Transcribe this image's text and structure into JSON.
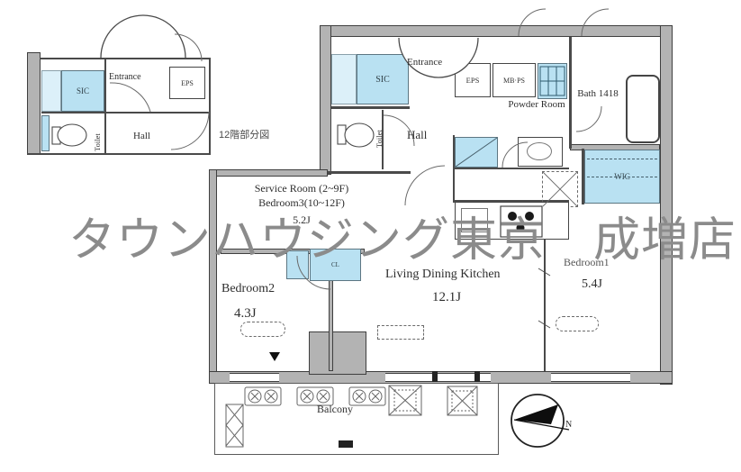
{
  "watermark": "タウンハウジング東京　成増店",
  "inset": {
    "caption": "12階部分図",
    "sic": "SIC",
    "entrance": "Entrance",
    "eps": "EPS",
    "toilet": "Toilet",
    "hall": "Hall"
  },
  "main": {
    "sic": "SIC",
    "entrance": "Entrance",
    "eps": "EPS",
    "mb_ps": "MB·PS",
    "toilet": "Toilet",
    "hall": "Hall",
    "powder_room": "Powder Room",
    "bath": "Bath 1418",
    "wic": "WIC",
    "service_room_line1": "Service Room (2~9F)",
    "service_room_line2": "Bedroom3(10~12F)",
    "service_room_area": "5.2J",
    "closet": "CL",
    "bedroom2": "Bedroom2",
    "bedroom2_area": "4.3J",
    "ldk": "Living Dining Kitchen",
    "ldk_area": "12.1J",
    "bedroom1": "Bedroom1",
    "bedroom1_area": "5.4J",
    "balcony": "Balcony"
  },
  "compass": {
    "north_label": "N"
  },
  "colors": {
    "room_fill": "#b9e1f2",
    "wall_fill": "#b3b3b3",
    "watermark": "#8b8b8b"
  }
}
